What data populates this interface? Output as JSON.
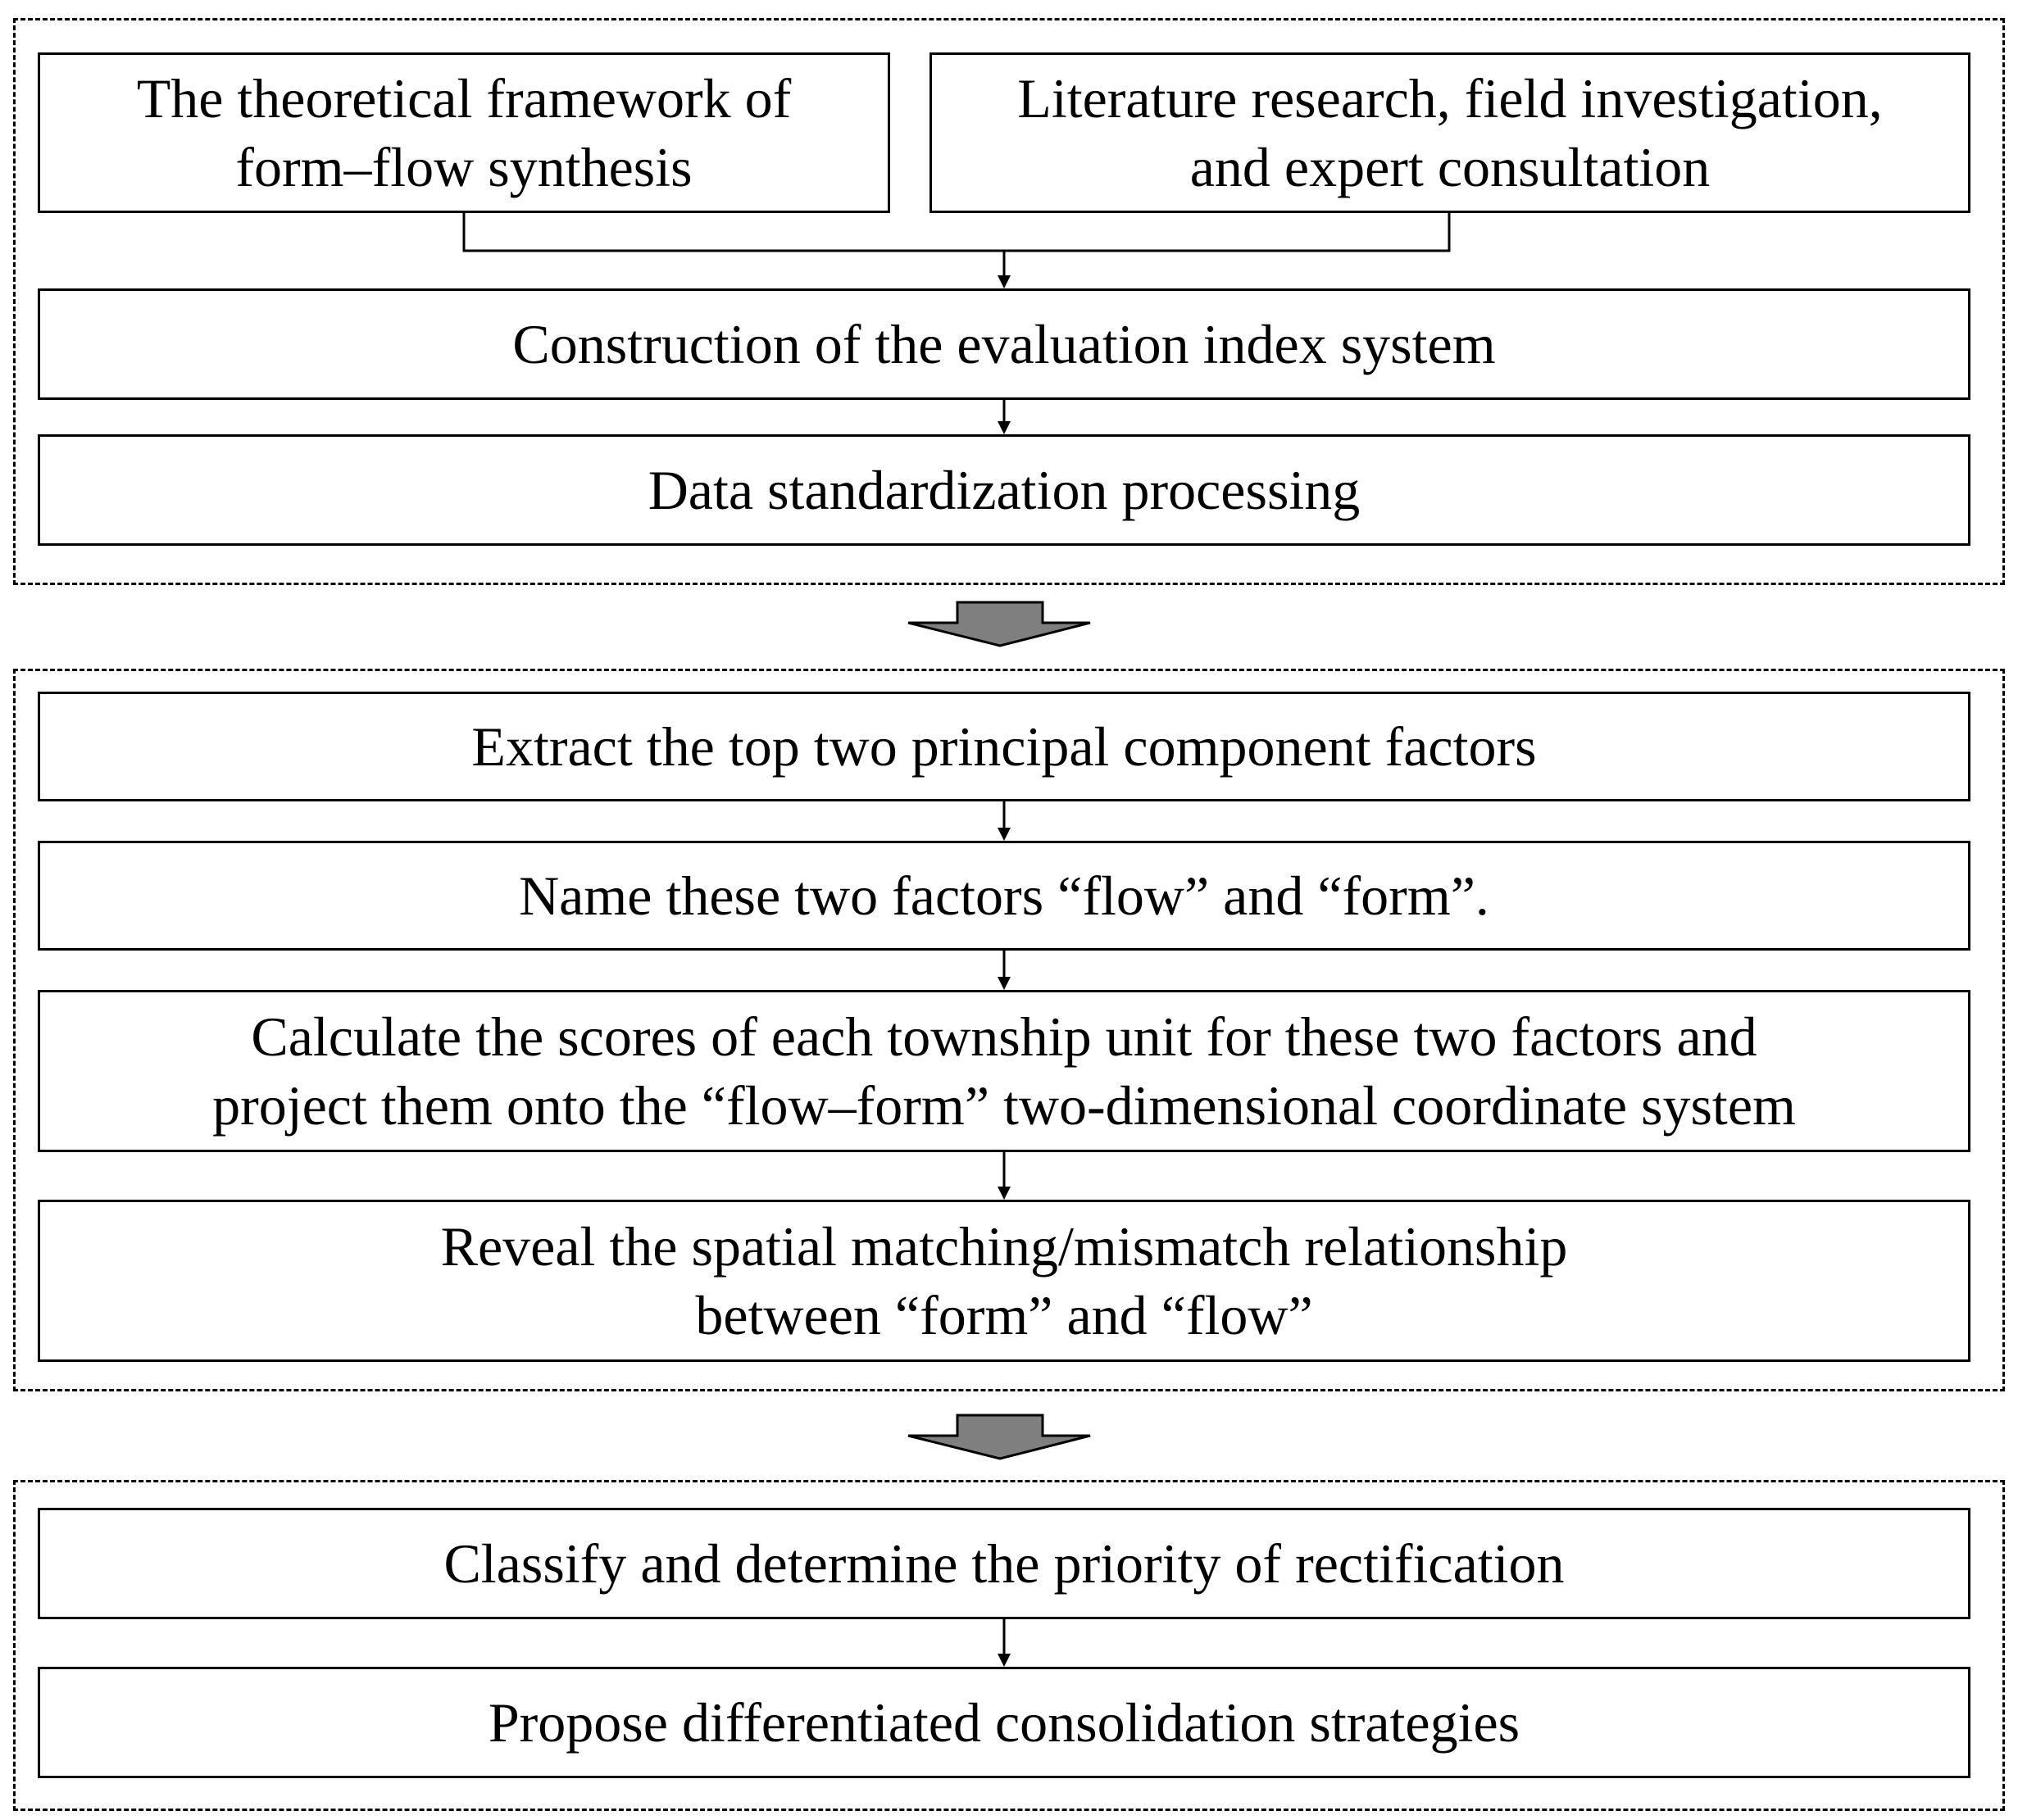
{
  "colors": {
    "line": "#000000",
    "big_arrow_fill": "#7f7f7f",
    "background": "#ffffff"
  },
  "groups": [
    {
      "id": "data-preparation",
      "boxes": [
        {
          "id": "theoretical-framework",
          "lines": [
            "The theoretical framework of",
            "form–flow synthesis"
          ]
        },
        {
          "id": "literature-research",
          "lines": [
            "Literature research, field investigation,",
            "and expert consultation"
          ]
        },
        {
          "id": "index-system",
          "lines": [
            "Construction of the evaluation index system"
          ]
        },
        {
          "id": "data-standardization",
          "lines": [
            "Data standardization processing"
          ]
        }
      ]
    },
    {
      "id": "factor-analysis",
      "boxes": [
        {
          "id": "extract-factors",
          "lines": [
            "Extract the top two principal component factors"
          ]
        },
        {
          "id": "name-factors",
          "lines": [
            "Name these two factors “flow” and “form”."
          ]
        },
        {
          "id": "calculate-scores",
          "lines": [
            "Calculate the scores of each township unit for these two factors and",
            "project them onto the “flow–form” two-dimensional coordinate system"
          ]
        },
        {
          "id": "reveal-relationship",
          "lines": [
            "Reveal the spatial matching/mismatch relationship",
            "between “form” and “flow”"
          ]
        }
      ]
    },
    {
      "id": "strategy",
      "boxes": [
        {
          "id": "classify-priority",
          "lines": [
            "Classify and determine the priority of rectification"
          ]
        },
        {
          "id": "propose-strategies",
          "lines": [
            "Propose differentiated consolidation strategies"
          ]
        }
      ]
    }
  ]
}
